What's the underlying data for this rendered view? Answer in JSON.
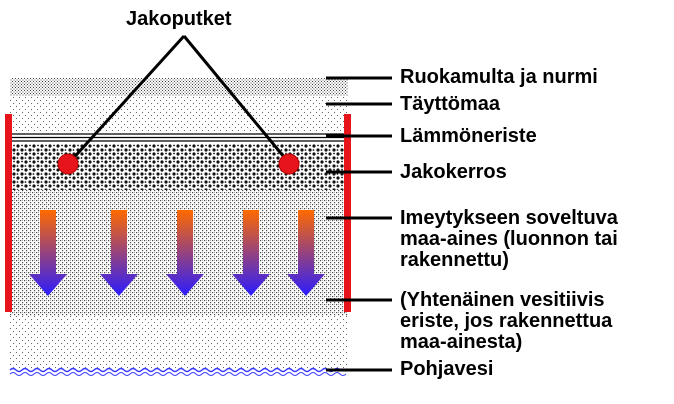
{
  "title_label": "Jakoputket",
  "layers": [
    {
      "id": "topsoil",
      "label": "Ruokamulta ja nurmi"
    },
    {
      "id": "fill",
      "label": "Täyttömaa"
    },
    {
      "id": "insulation",
      "label": "Lämmöneriste"
    },
    {
      "id": "distribution",
      "label": "Jakokerros"
    }
  ],
  "infiltration": {
    "lines": [
      "Imeytykseen soveltuva",
      "maa-aines (luonnon tai",
      "rakennettu)"
    ]
  },
  "barrier": {
    "lines": [
      "(Yhtenäinen vesitiivis",
      "eriste, jos rakennettua",
      "maa-ainesta)"
    ]
  },
  "groundwater": {
    "label": "Pohjavesi"
  },
  "colors": {
    "barrier": "#e8141c",
    "pipe": "#e8141c",
    "arrow_top": "#ff6a00",
    "arrow_bottom": "#2a1cff",
    "groundwater": "#3a3aff",
    "ink": "#000000"
  },
  "icons": {
    "pipe": "pipe-cross-section-icon",
    "flow": "flow-down-arrow-icon"
  }
}
